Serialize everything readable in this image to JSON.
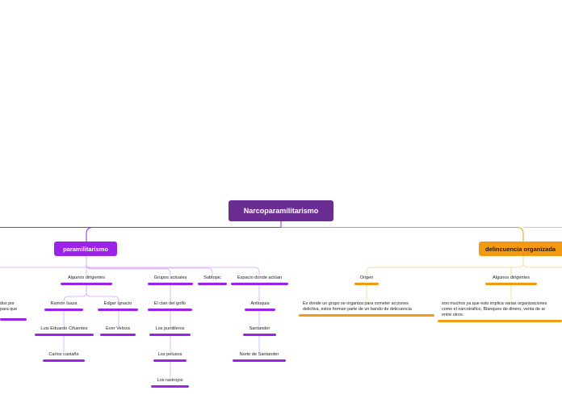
{
  "colors": {
    "root": "#6b2d91",
    "purple": "#9b22e8",
    "purple_light": "#d9a8f5",
    "orange": "#f39a12",
    "orange_light": "#f8cf8a",
    "lime": "#c6e06a",
    "blue": "#2b6cc4"
  },
  "map": {
    "root": "Narcoparamilitarismo",
    "left_branch": {
      "title": "paramilitarismo",
      "clip_text_1": "dos por",
      "clip_text_2": "para que",
      "subtopics": [
        {
          "label": "Algunos dirigentes"
        },
        {
          "label": "Grupos actuales"
        },
        {
          "label": "Subtopic"
        },
        {
          "label": "Espacio donde actúan"
        }
      ],
      "leaders": [
        "Ramón Isaza",
        "Edgar Ignacio",
        "Luis Eduardo Cifuentes",
        "Ever Veloza",
        "Carlos castaño"
      ],
      "groups": [
        "El clan del golfo",
        "Los puntilleros",
        "Los pelusos",
        "Los rastrojos"
      ],
      "places": [
        "Antioquia",
        "Santander",
        "Norte de Santander"
      ]
    },
    "right_branch": {
      "title": "delincuencia organizada",
      "subtopics": [
        {
          "label": "Origen"
        },
        {
          "label": "Algunos dirigentes"
        }
      ],
      "origin_text": [
        "Es donde un grupo se organiza para cometer acciones",
        "delictiva, estos forman parte de un bando de delicuencia"
      ],
      "leaders_text": [
        "son muchos ya que esto implica varias organizaciones",
        "como el narcotráfico, Blanqueo de dinero, venta de ar",
        "entre otros."
      ]
    }
  }
}
